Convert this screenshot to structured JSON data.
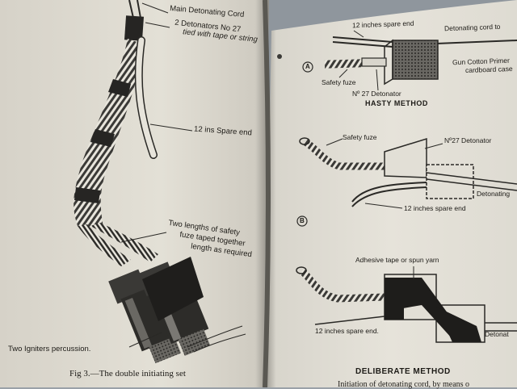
{
  "left_page": {
    "labels": {
      "main_cord": "Main Detonating Cord",
      "detonators": "2 Detonators No 27",
      "tied": "tied with tape or string",
      "spare_end": "12 ins  Spare end",
      "fuze_1": "Two lengths of safety",
      "fuze_2": "fuze taped together",
      "fuze_3": "length as required",
      "igniters": "Two Igniters percussion."
    },
    "caption": "Fig 3.—The double initiating set"
  },
  "right_page": {
    "hasty": {
      "marker": "A",
      "spare_end": "12 inches spare end",
      "cord_to": "Detonating cord to",
      "primer_1": "Gun Cotton Primer",
      "primer_2": "cardboard case",
      "safety_fuze": "Safety fuze",
      "detonator": "Nº 27  Detonator",
      "title": "HASTY METHOD"
    },
    "middle": {
      "safety_fuze": "Safety fuze",
      "detonator": "Nº27 Detonator",
      "cord": "Detonating",
      "spare_end": "12 inches spare end"
    },
    "deliberate": {
      "marker": "B",
      "tape": "Adhesive tape or spun yarn",
      "spare_end": "12 inches spare end.",
      "cord": "Detonat",
      "title": "DELIBERATE  METHOD"
    },
    "body_text": "Initiation of detonating cord, by means o"
  }
}
